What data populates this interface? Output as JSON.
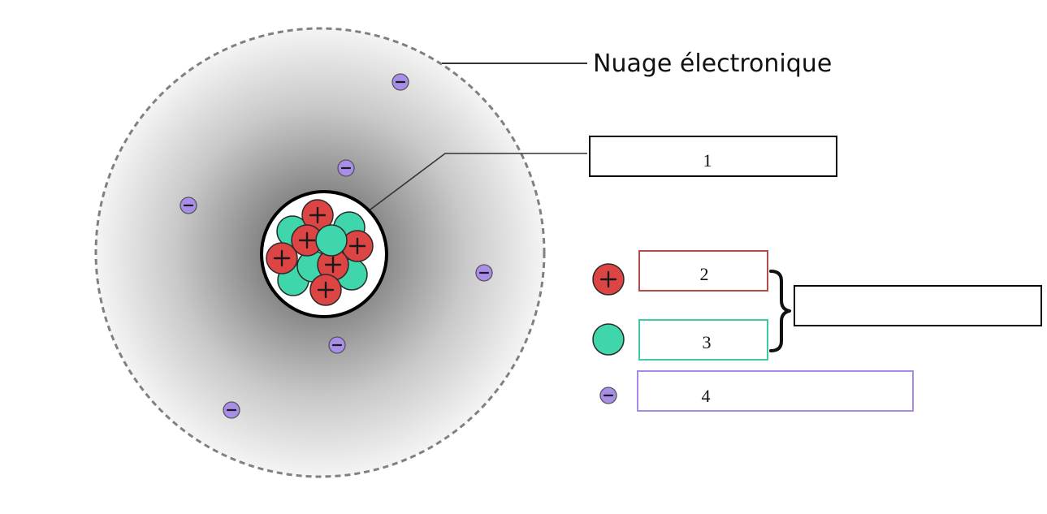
{
  "diagram": {
    "cloud_label": "Nuage électronique",
    "boxes": [
      {
        "id": "nucleus",
        "number": "1",
        "border_color": "#000000"
      },
      {
        "id": "proton",
        "number": "2",
        "border_color": "#b24c4c"
      },
      {
        "id": "neutron",
        "number": "3",
        "border_color": "#3fc9a5"
      },
      {
        "id": "electron",
        "number": "4",
        "border_color": "#a68ae6"
      },
      {
        "id": "nucleons-group",
        "number": "",
        "border_color": "#000000"
      }
    ],
    "legend_symbols": {
      "proton": "+",
      "electron": "−"
    },
    "colors": {
      "proton": "#dd4545",
      "neutron": "#3fd6ac",
      "electron": "#a88ee8",
      "cloud_border": "#808080"
    }
  }
}
